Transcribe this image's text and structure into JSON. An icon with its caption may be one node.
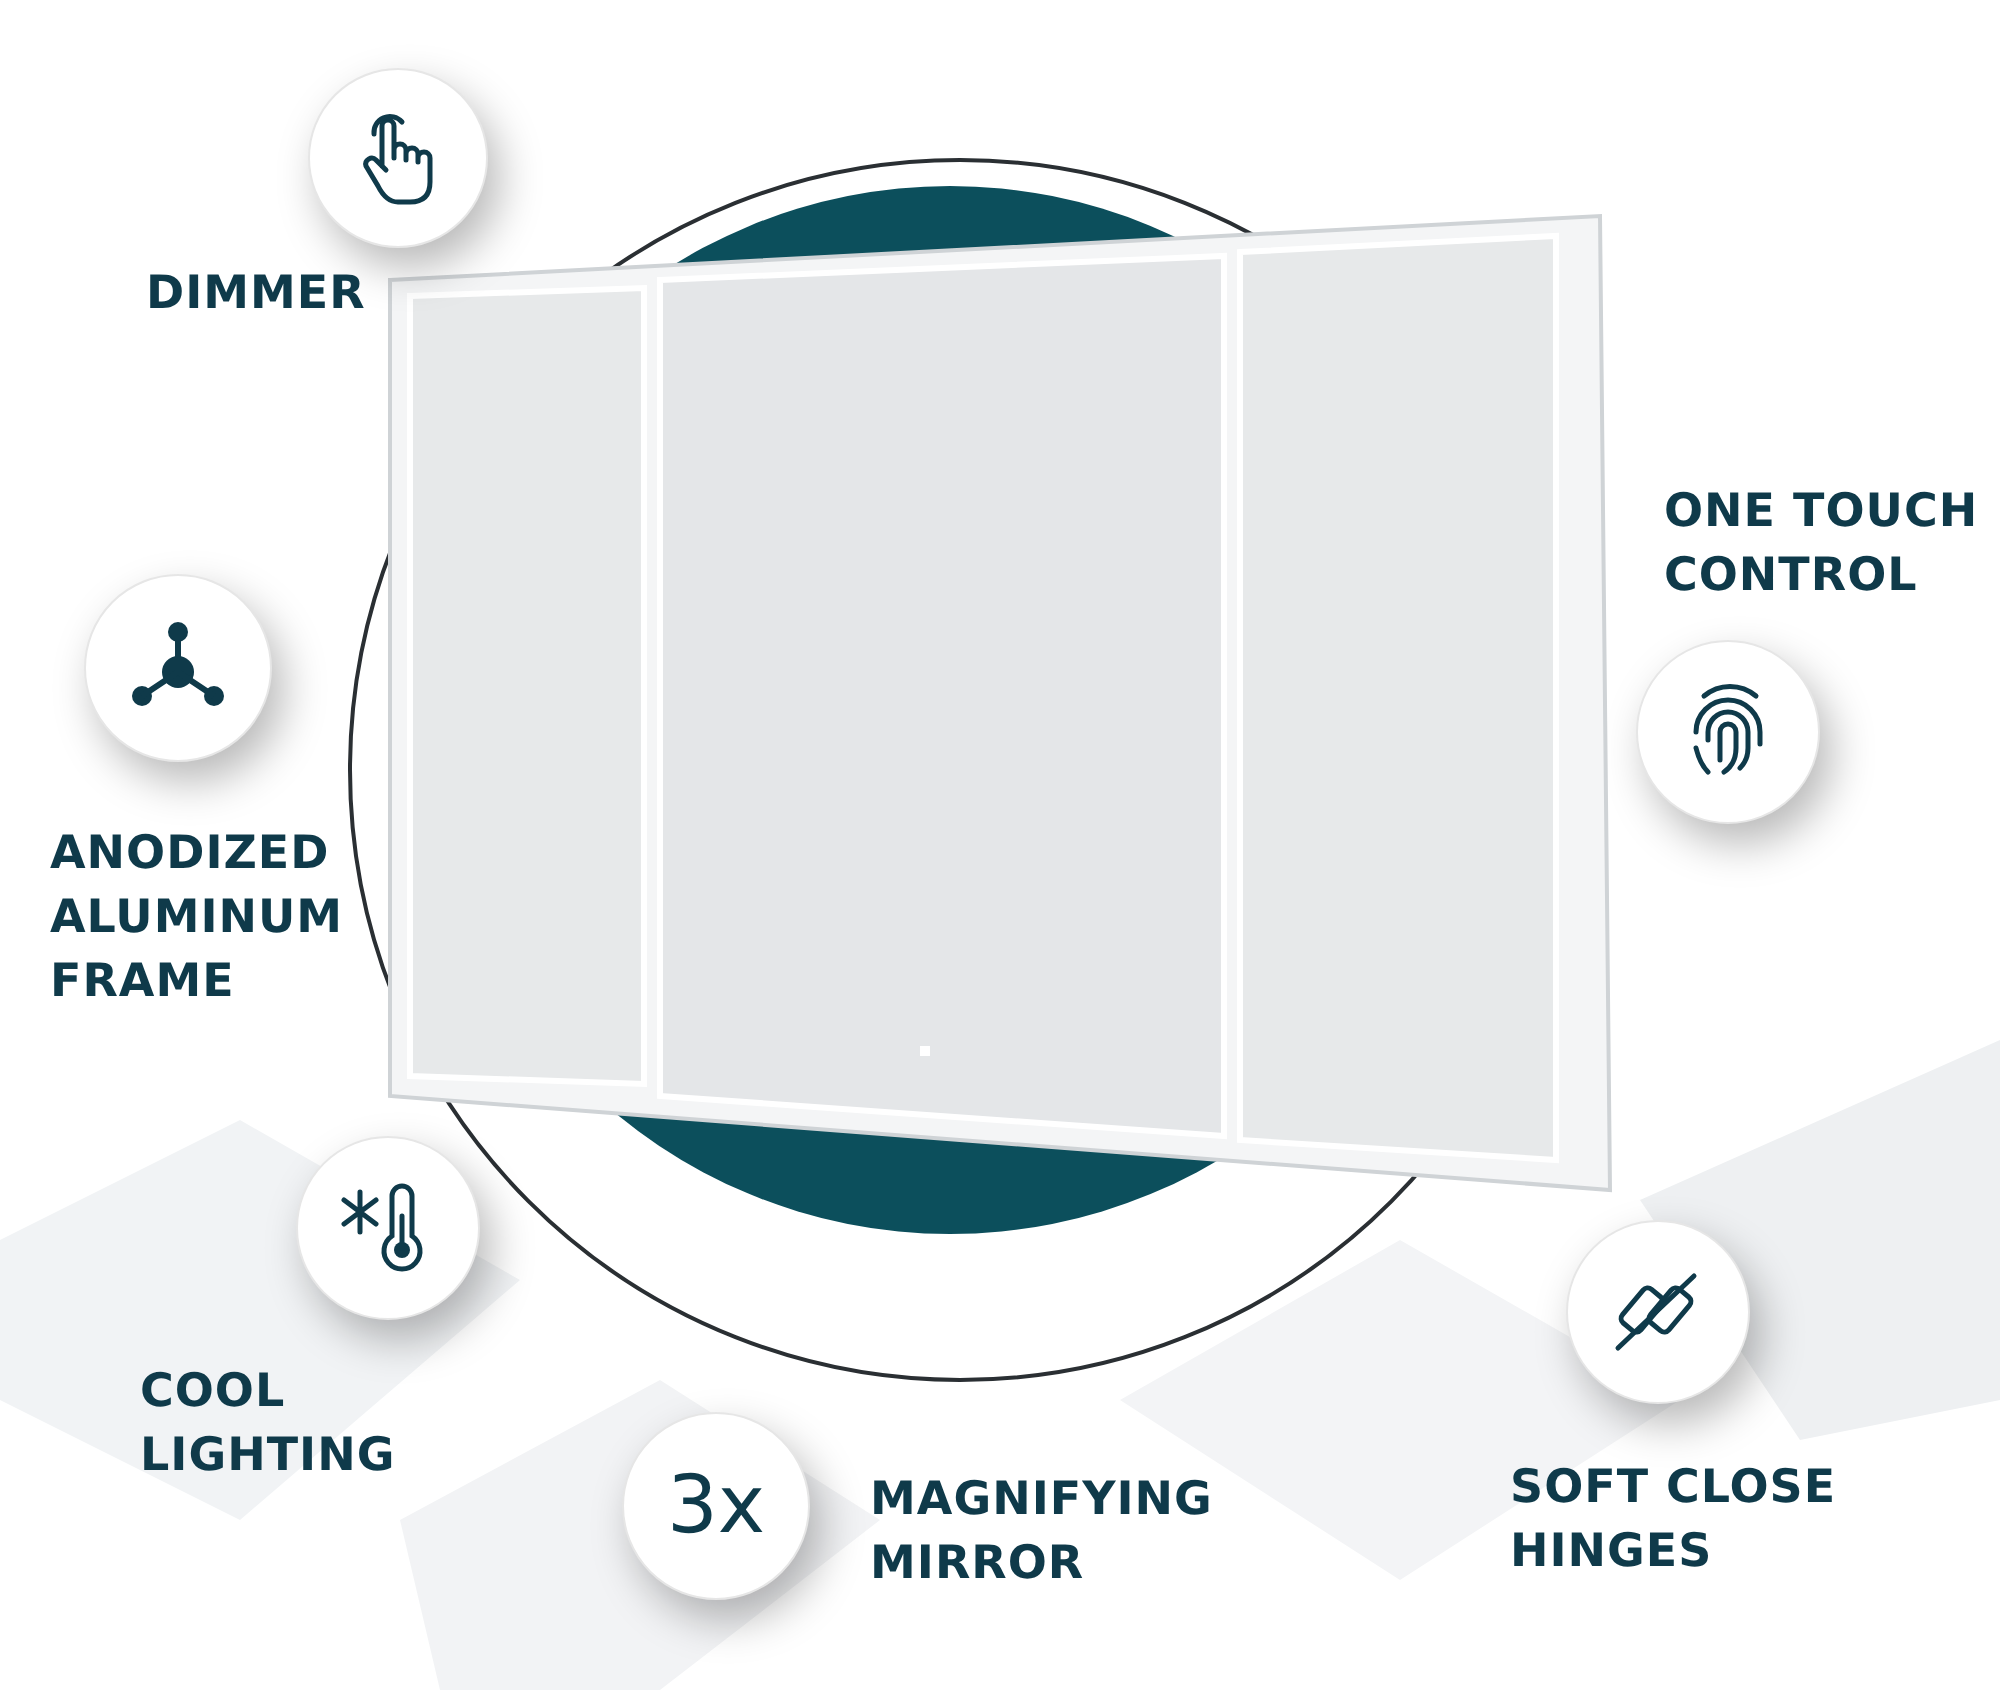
{
  "diagram": {
    "nodes": [
      {
        "text": [],
        "shape": "circle",
        "beside": [
          "DIMMER"
        ]
      },
      {
        "text": [],
        "shape": "circle",
        "beside": [
          "ANODIZED ALUMINUM FRAME"
        ]
      },
      {
        "text": [],
        "shape": "circle",
        "beside": [
          "COOL LIGHTING"
        ]
      },
      {
        "text": [
          "3x"
        ],
        "beside": [
          "MAGNIFYING MIRROR"
        ]
      },
      {
        "text": [],
        "shape": "circle",
        "beside": [
          "ONE TOUCH CONTROL"
        ]
      },
      {
        "text": [],
        "shape": "circle",
        "beside": [
          "SOFT CLOSE HINGES"
        ]
      }
    ]
  }
}
